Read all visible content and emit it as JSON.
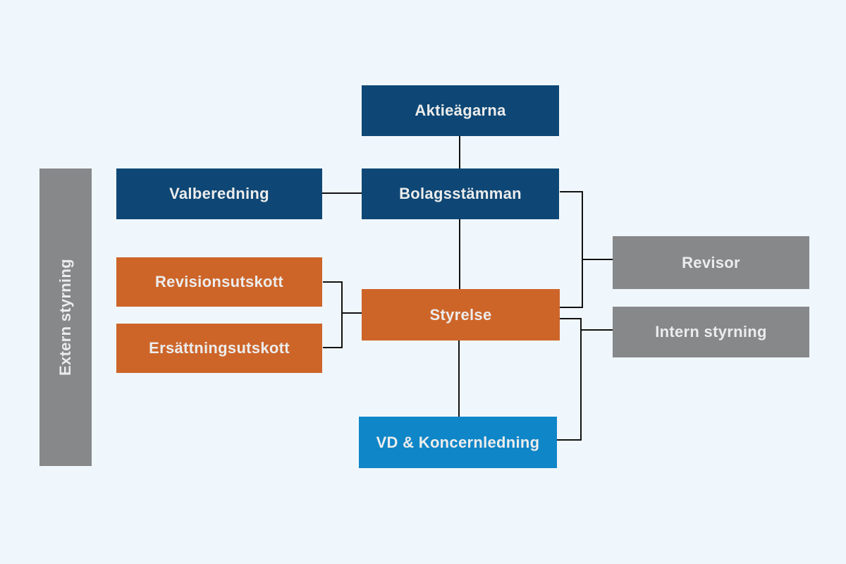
{
  "diagram": {
    "colors": {
      "background": "#f0f7fc",
      "navy": "#0e4775",
      "orange": "#cd6529",
      "blue": "#0f86c8",
      "gray": "#87888a",
      "text": "#ececec",
      "line": "#111111"
    },
    "nodes": {
      "aktieagarna": {
        "label": "Aktieägarna"
      },
      "valberedning": {
        "label": "Valberedning"
      },
      "bolagsstamman": {
        "label": "Bolagsstämman"
      },
      "revisionsutskott": {
        "label": "Revisionsutskott"
      },
      "ersattningsutskott": {
        "label": "Ersättningsutskott"
      },
      "styrelse": {
        "label": "Styrelse"
      },
      "vd_koncernledning": {
        "label": "VD & Koncernledning"
      },
      "revisor": {
        "label": "Revisor"
      },
      "intern_styrning": {
        "label": "Intern styrning"
      },
      "extern_styrning": {
        "label": "Extern styrning"
      }
    },
    "edges": [
      {
        "from": "aktieagarna",
        "to": "bolagsstamman"
      },
      {
        "from": "valberedning",
        "to": "bolagsstamman"
      },
      {
        "from": "bolagsstamman",
        "to": "styrelse"
      },
      {
        "from": "revisionsutskott",
        "to": "styrelse"
      },
      {
        "from": "ersattningsutskott",
        "to": "styrelse"
      },
      {
        "from": "bolagsstamman",
        "to": "revisor"
      },
      {
        "from": "styrelse",
        "to": "revisor"
      },
      {
        "from": "styrelse",
        "to": "intern_styrning"
      },
      {
        "from": "styrelse",
        "to": "vd_koncernledning"
      },
      {
        "from": "vd_koncernledning",
        "to": "intern_styrning"
      }
    ]
  }
}
